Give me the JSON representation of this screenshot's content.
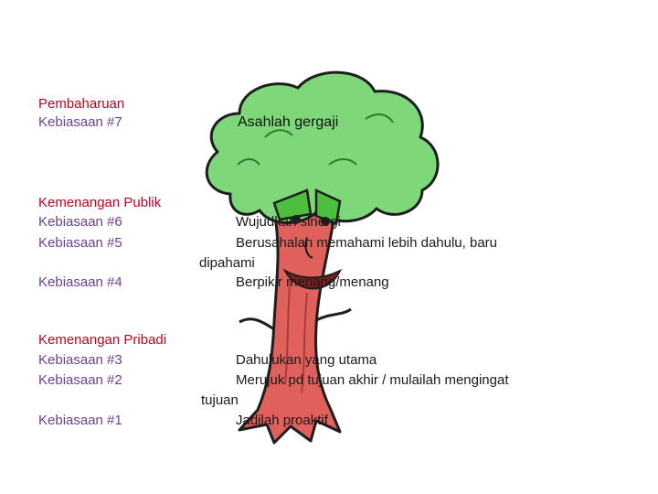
{
  "left": {
    "pembaharuan": {
      "heading": "Pembaharuan",
      "habits": [
        "Kebiasaan #7"
      ]
    },
    "publik": {
      "heading": "Kemenangan Publik",
      "habits": [
        "Kebiasaan #6",
        "Kebiasaan #5",
        "Kebiasaan #4"
      ]
    },
    "pribadi": {
      "heading": "Kemenangan Pribadi",
      "habits": [
        "Kebiasaan #3",
        "Kebiasaan #2",
        "Kebiasaan #1"
      ]
    }
  },
  "right": {
    "h7": "Asahlah gergaji",
    "h6": "Wujudkan sinergi",
    "h5_line1": "Berusahalah memahami lebih dahulu, baru",
    "h5_line2": "dipahami",
    "h4": "Berpikir menang/menang",
    "h3": "Dahulukan yang utama",
    "h2_line1": "Merujuk pd tujuan akhir / mulailah mengingat",
    "h2_line2": "tujuan",
    "h1": "Jadilah proaktif"
  },
  "colors": {
    "heading": "#c0001f",
    "habit": "#6b3f8f",
    "foliage": "#7ed87a",
    "trunk": "#e0605c",
    "outline": "#1e1e1e"
  },
  "illustration": "cartoon-tree-icon"
}
